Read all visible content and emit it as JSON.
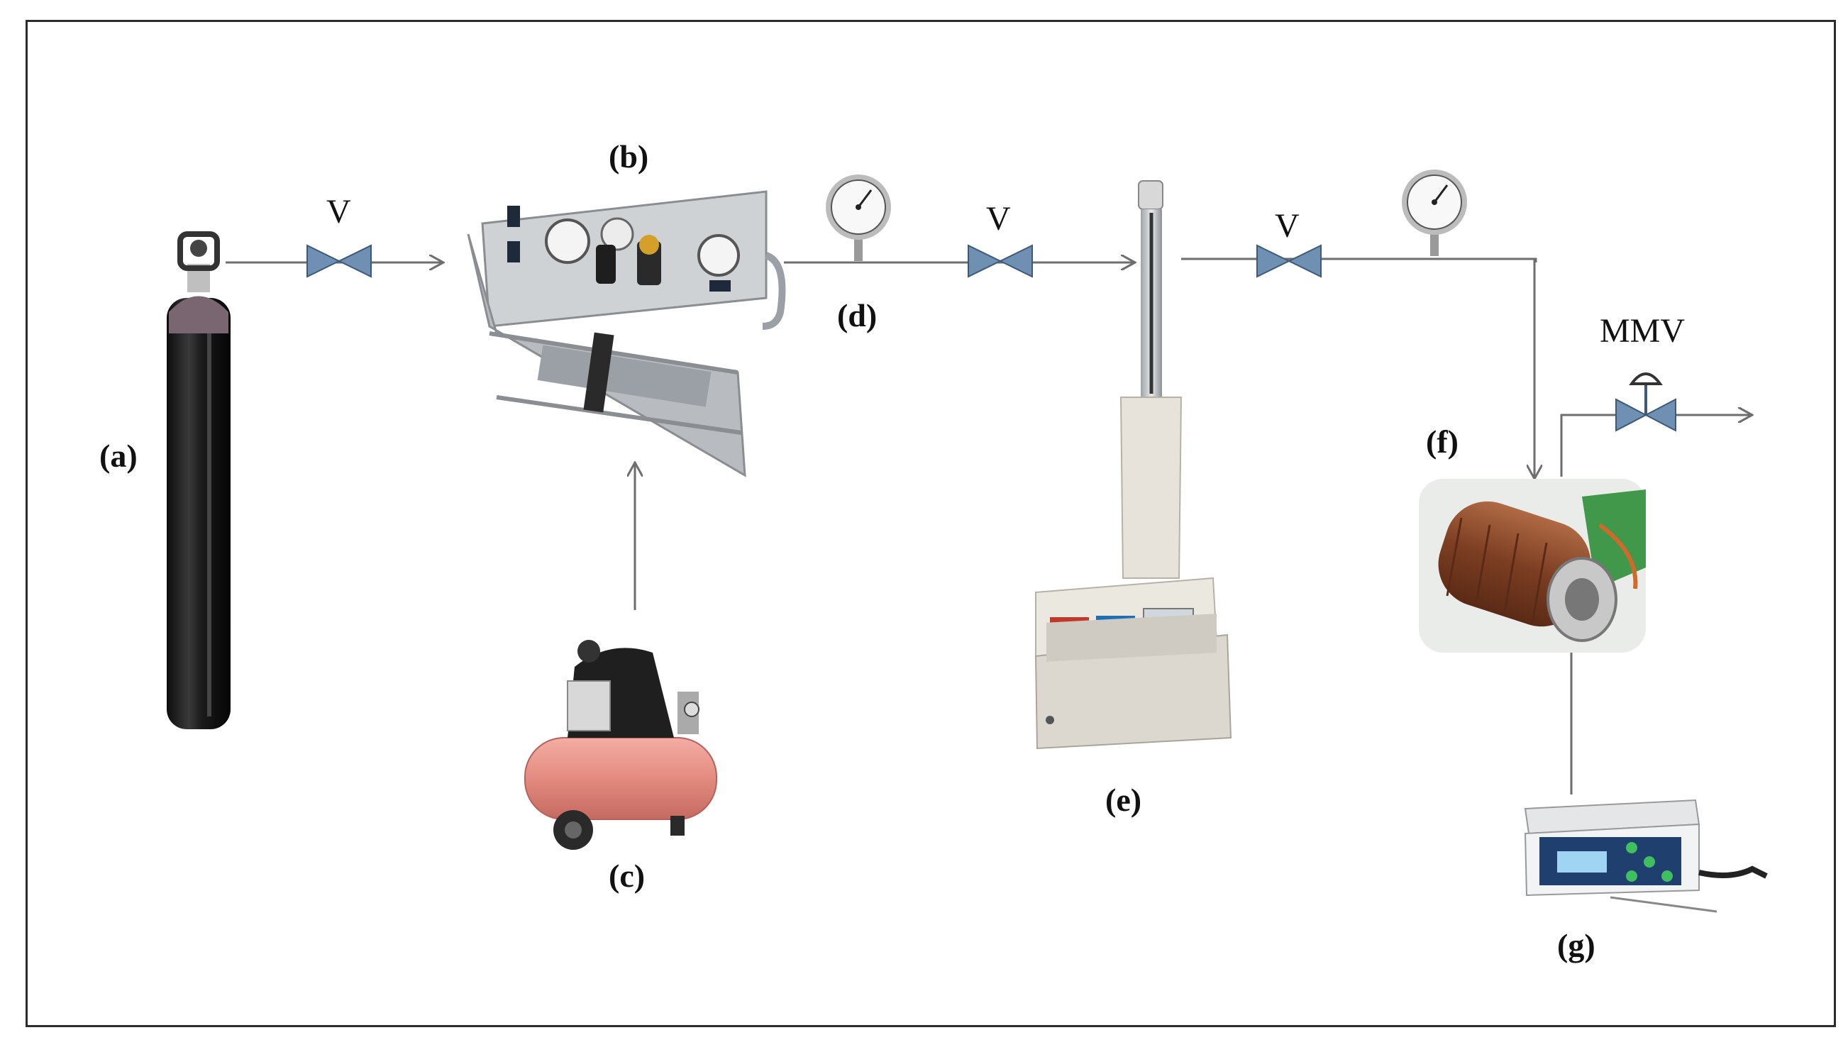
{
  "labels": {
    "a": "(a)",
    "b": "(b)",
    "c": "(c)",
    "d": "(d)",
    "e": "(e)",
    "f": "(f)",
    "g": "(g)"
  },
  "valves": {
    "v1": "V",
    "v2": "V",
    "v3": "V",
    "mmv": "MMV"
  },
  "colors": {
    "line": "#6e6e6e",
    "valve": "#6f8fb3",
    "cylinder": "#1c1c1c",
    "compressor_tank": "#e48b80",
    "pump_body": "#c9cbcd",
    "oven": "#d9d5cc",
    "vessel_wrap": "#8a4a2a",
    "device_accent": "#1f6fb5"
  },
  "icons": {
    "gauge": "pressure-gauge-icon",
    "valve": "needle-valve-icon",
    "back_pressure_valve": "micrometering-valve-icon"
  }
}
